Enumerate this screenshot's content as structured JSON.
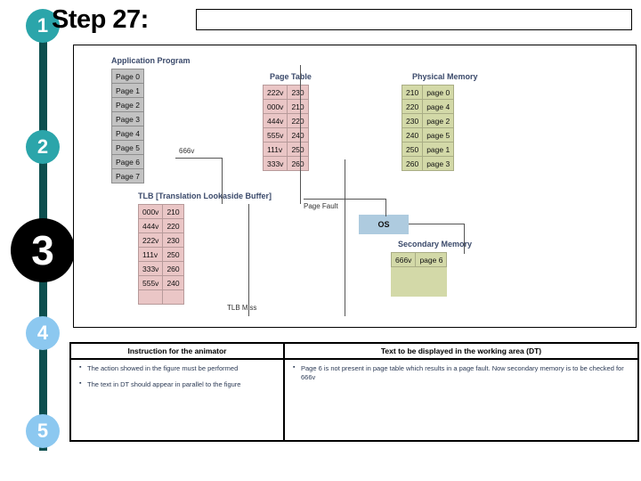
{
  "header": {
    "step_title": "Step 27:",
    "title_value": "",
    "title_placeholder": ""
  },
  "stepper": {
    "steps": [
      {
        "label": "1",
        "state": "teal"
      },
      {
        "label": "2",
        "state": "teal"
      },
      {
        "label": "3",
        "state": "active-black"
      },
      {
        "label": "4",
        "state": "blue"
      },
      {
        "label": "5",
        "state": "blue"
      }
    ]
  },
  "figure": {
    "application_program": {
      "title": "Application Program",
      "rows": [
        "Page 0",
        "Page 1",
        "Page 2",
        "Page 3",
        "Page 4",
        "Page 5",
        "Page 6",
        "Page 7"
      ]
    },
    "page_table": {
      "title": "Page Table",
      "rows": [
        {
          "virtual": "222v",
          "frame": "230"
        },
        {
          "virtual": "000v",
          "frame": "210"
        },
        {
          "virtual": "444v",
          "frame": "220"
        },
        {
          "virtual": "555v",
          "frame": "240"
        },
        {
          "virtual": "111v",
          "frame": "250"
        },
        {
          "virtual": "333v",
          "frame": "260"
        }
      ]
    },
    "physical_memory": {
      "title": "Physical Memory",
      "rows": [
        {
          "addr": "210",
          "page": "page 0"
        },
        {
          "addr": "220",
          "page": "page 4"
        },
        {
          "addr": "230",
          "page": "page 2"
        },
        {
          "addr": "240",
          "page": "page 5"
        },
        {
          "addr": "250",
          "page": "page 1"
        },
        {
          "addr": "260",
          "page": "page 3"
        }
      ]
    },
    "tlb": {
      "title": "TLB [Translation Lookaside Buffer]",
      "rows": [
        {
          "virtual": "000v",
          "frame": "210"
        },
        {
          "virtual": "444v",
          "frame": "220"
        },
        {
          "virtual": "222v",
          "frame": "230"
        },
        {
          "virtual": "111v",
          "frame": "250"
        },
        {
          "virtual": "333v",
          "frame": "260"
        },
        {
          "virtual": "555v",
          "frame": "240"
        },
        {
          "virtual": "",
          "frame": ""
        }
      ],
      "miss_label": "TLB Miss"
    },
    "secondary_memory": {
      "title": "Secondary Memory",
      "rows": [
        {
          "addr": "666v",
          "page": "page 6"
        }
      ]
    },
    "os_box": {
      "label": "OS"
    },
    "labels": {
      "request_address": "666v",
      "page_fault": "Page Fault"
    }
  },
  "bottom_table": {
    "headers": {
      "left": "Instruction for the animator",
      "right": "Text to be displayed in the working area (DT)"
    },
    "left_items": [
      "The action showed in the figure must be performed",
      "The text in DT should appear  in parallel to the figure"
    ],
    "right_items": [
      "Page 6 is not present in  page table which results in a page fault. Now secondary memory is to be checked for 666v"
    ]
  },
  "colors": {
    "teal": "#2ba5aa",
    "rail": "#0d4f4f",
    "light_blue": "#8cc8f0",
    "active_black": "#000000",
    "app_grey": "#c2c2c2",
    "table_pink": "#eac6c6",
    "memory_olive": "#d3d9a8",
    "os_blue": "#aecbdf",
    "heading_navy": "#3b4a6b"
  }
}
